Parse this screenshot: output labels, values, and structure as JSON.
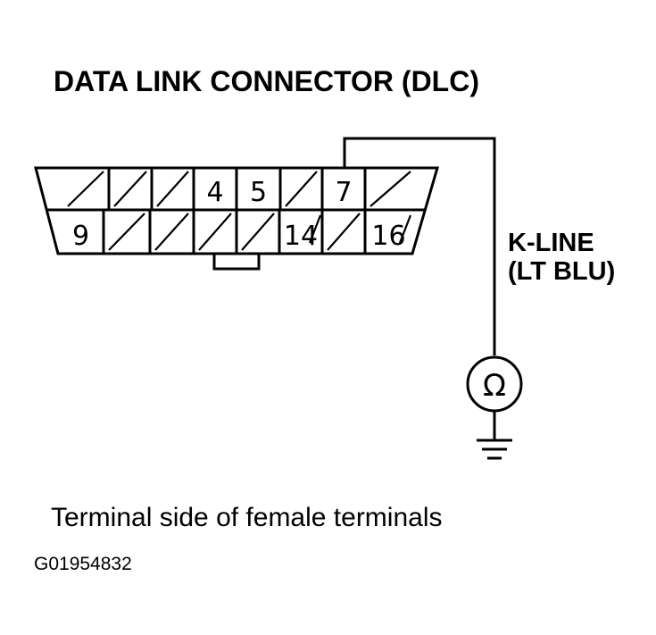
{
  "title": "DATA LINK CONNECTOR (DLC)",
  "wire": {
    "name": "K-LINE",
    "color": "(LT BLU)"
  },
  "meter": {
    "symbol": "Ω",
    "icon": "ohmmeter-icon"
  },
  "ground_icon": "ground-icon",
  "connector": {
    "top_row": [
      "",
      "",
      "",
      "4",
      "5",
      "",
      "7",
      ""
    ],
    "bottom_row": [
      "9",
      "",
      "",
      "",
      "",
      "14",
      "",
      "16"
    ]
  },
  "caption": "Terminal side of female terminals",
  "figure_id": "G01954832"
}
